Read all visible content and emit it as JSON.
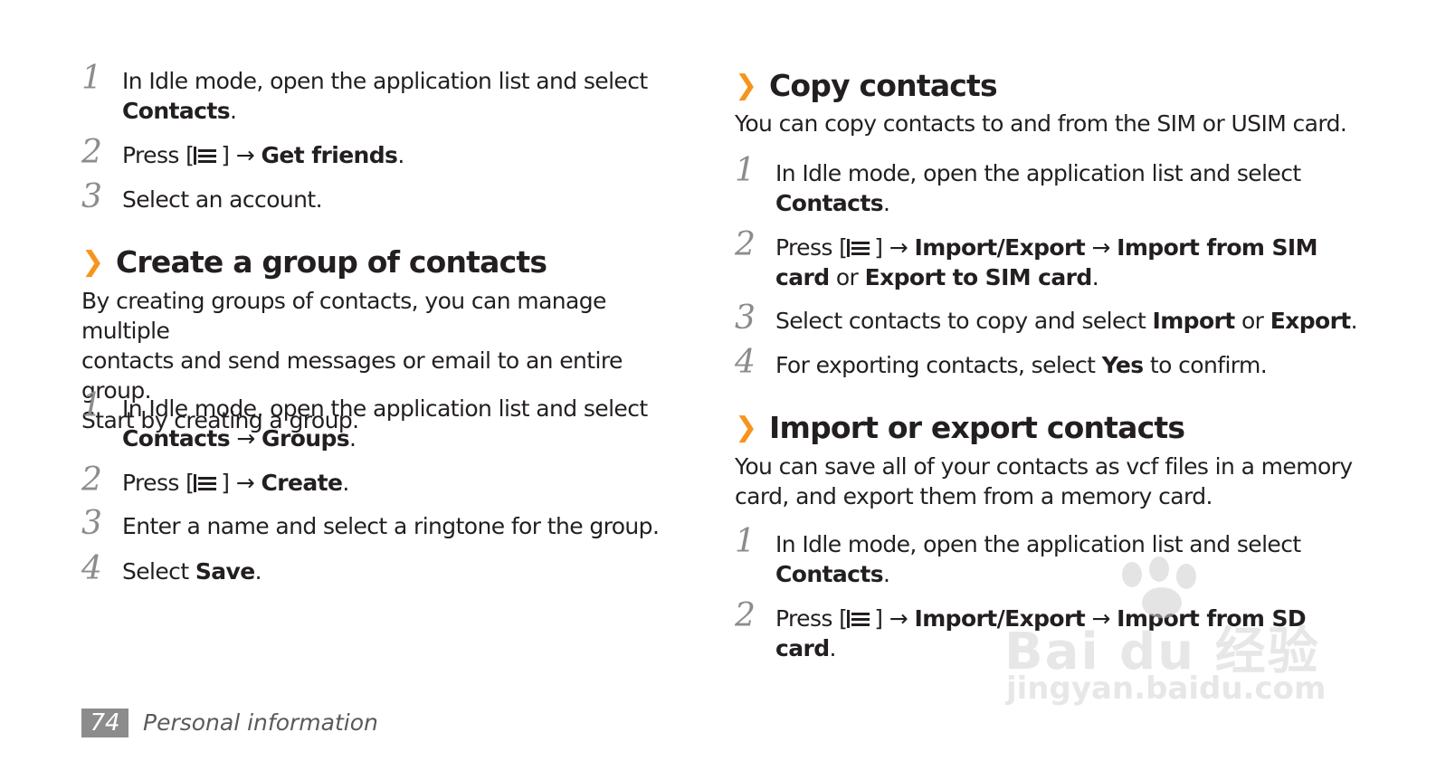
{
  "left": {
    "intro_steps": [
      {
        "num": "1",
        "parts": [
          {
            "t": "In Idle mode, open the application list and select "
          },
          {
            "br": true
          },
          {
            "t": "Contacts",
            "b": true
          },
          {
            "t": "."
          }
        ]
      },
      {
        "num": "2",
        "parts": [
          {
            "t": "Press ["
          },
          {
            "icon": "menu"
          },
          {
            "t": "] → "
          },
          {
            "t": "Get friends",
            "b": true
          },
          {
            "t": "."
          }
        ]
      },
      {
        "num": "3",
        "parts": [
          {
            "t": "Select an account."
          }
        ]
      }
    ],
    "group": {
      "title": "Create a group of contacts",
      "description": [
        "By creating groups of contacts, you can manage multiple",
        "contacts and send messages or email to an entire group.",
        "Start by creating a group."
      ],
      "steps": [
        {
          "num": "1",
          "parts": [
            {
              "t": "In Idle mode, open the application list and select "
            },
            {
              "br": true
            },
            {
              "t": "Contacts",
              "b": true
            },
            {
              "t": " → "
            },
            {
              "t": "Groups",
              "b": true
            },
            {
              "t": "."
            }
          ]
        },
        {
          "num": "2",
          "parts": [
            {
              "t": "Press ["
            },
            {
              "icon": "menu"
            },
            {
              "t": "] → "
            },
            {
              "t": "Create",
              "b": true
            },
            {
              "t": "."
            }
          ]
        },
        {
          "num": "3",
          "parts": [
            {
              "t": "Enter a name and select a ringtone for the group."
            }
          ]
        },
        {
          "num": "4",
          "parts": [
            {
              "t": "Select "
            },
            {
              "t": "Save",
              "b": true
            },
            {
              "t": "."
            }
          ]
        }
      ]
    }
  },
  "right": {
    "copy": {
      "title": "Copy contacts",
      "description": [
        "You can copy contacts to and from the SIM or USIM card."
      ],
      "steps": [
        {
          "num": "1",
          "parts": [
            {
              "t": "In Idle mode, open the application list and select "
            },
            {
              "br": true
            },
            {
              "t": "Contacts",
              "b": true
            },
            {
              "t": "."
            }
          ]
        },
        {
          "num": "2",
          "parts": [
            {
              "t": "Press ["
            },
            {
              "icon": "menu"
            },
            {
              "t": "] → "
            },
            {
              "t": "Import/Export",
              "b": true
            },
            {
              "t": " → "
            },
            {
              "t": "Import from SIM",
              "b": true
            },
            {
              "br": true
            },
            {
              "t": "card",
              "b": true
            },
            {
              "t": " or "
            },
            {
              "t": "Export to SIM card",
              "b": true
            },
            {
              "t": "."
            }
          ]
        },
        {
          "num": "3",
          "parts": [
            {
              "t": "Select contacts to copy and select "
            },
            {
              "t": "Import",
              "b": true
            },
            {
              "t": " or "
            },
            {
              "t": "Export",
              "b": true
            },
            {
              "t": "."
            }
          ]
        },
        {
          "num": "4",
          "parts": [
            {
              "t": "For exporting contacts, select "
            },
            {
              "t": "Yes",
              "b": true
            },
            {
              "t": " to confirm."
            }
          ]
        }
      ]
    },
    "import_export": {
      "title": "Import or export contacts",
      "description": [
        "You can save all of your contacts as vcf files in a memory",
        "card, and export them from a memory card."
      ],
      "steps": [
        {
          "num": "1",
          "parts": [
            {
              "t": "In Idle mode, open the application list and select "
            },
            {
              "br": true
            },
            {
              "t": "Contacts",
              "b": true
            },
            {
              "t": "."
            }
          ]
        },
        {
          "num": "2",
          "parts": [
            {
              "t": "Press ["
            },
            {
              "icon": "menu"
            },
            {
              "t": "] → "
            },
            {
              "t": "Import/Export",
              "b": true
            },
            {
              "t": " → "
            },
            {
              "t": "Import from SD card",
              "b": true
            },
            {
              "t": "."
            }
          ]
        }
      ]
    }
  },
  "heading_marker": "❯",
  "footer": {
    "page_number": "74",
    "section": "Personal information"
  },
  "watermark": {
    "brand": "Bai du 经验",
    "url": "jingyan.baidu.com"
  },
  "icons": {
    "menu": "menu-key-icon"
  },
  "colors": {
    "accent": "#f7941d",
    "text": "#231f20",
    "step_number": "#8c8c8c",
    "page_badge": "#8c8c8c"
  }
}
